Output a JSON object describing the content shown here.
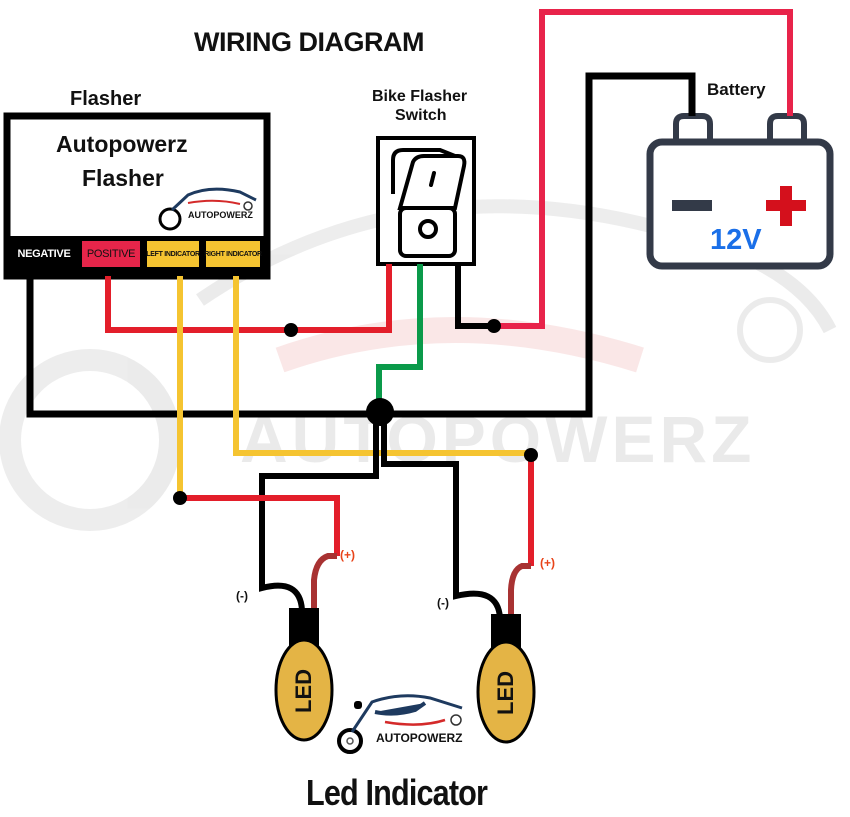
{
  "title": "WIRING DIAGRAM",
  "watermark": "AUTOPOWERZ",
  "colors": {
    "wire_negative": "#000000",
    "wire_positive": "#e31e2a",
    "wire_battery_positive": "#e8234a",
    "wire_indicator": "#f5c431",
    "wire_switch_signal": "#0a9a4a",
    "led_body": "#e4b445",
    "battery_plus": "#d4101c",
    "battery_voltage": "#1a6fe8",
    "pin_positive_bg": "#e6254a",
    "pin_indicator_bg": "#f5c431"
  },
  "flasher": {
    "heading": "Flasher",
    "name_line1": "Autopowerz",
    "name_line2": "Flasher",
    "logo_text": "AUTOPOWERZ",
    "pins": [
      {
        "label": "NEGATIVE",
        "wire": "negative"
      },
      {
        "label": "POSITIVE",
        "wire": "positive"
      },
      {
        "label": "LEFT INDICATOR",
        "wire": "left-indicator"
      },
      {
        "label": "RIGHT INDICATOR",
        "wire": "right-indicator"
      }
    ]
  },
  "switch": {
    "label_line1": "Bike Flasher",
    "label_line2": "Switch",
    "icon": "rocker-switch-icon"
  },
  "battery": {
    "label": "Battery",
    "voltage": "12V",
    "negative_symbol": "−",
    "positive_symbol": "+"
  },
  "leds": [
    {
      "label": "LED",
      "neg_symbol": "(-)",
      "pos_symbol": "(+)",
      "side": "left"
    },
    {
      "label": "LED",
      "neg_symbol": "(-)",
      "pos_symbol": "(+)",
      "side": "right"
    }
  ],
  "bottom_logo_text": "AUTOPOWERZ",
  "footer_label": "Led Indicator"
}
